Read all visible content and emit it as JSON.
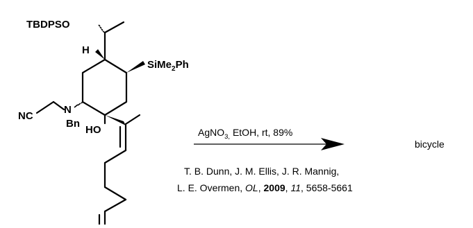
{
  "molecule": {
    "protecting_group": "TBDPSO",
    "hydrogen": "H",
    "silyl_prefix": "SiMe",
    "silyl_subscript": "2",
    "silyl_suffix": "Ph",
    "nitrile": "NC",
    "amine_n": "N",
    "amine_substituent": "Bn",
    "hydroxyl": "HO"
  },
  "reaction": {
    "reagent_prefix": "AgNO",
    "reagent_subscript": "3,",
    "reagent_suffix": " EtOH, rt, 89%",
    "product": "bicycle"
  },
  "citation": {
    "authors_line": "T. B. Dunn, J. M. Ellis, J. R. Mannig,",
    "author_last": "L. E. Overmen, ",
    "journal": "OL",
    "sep1": ", ",
    "year": "2009",
    "sep2": ", ",
    "volume": "11",
    "pages": ", 5658-5661"
  }
}
